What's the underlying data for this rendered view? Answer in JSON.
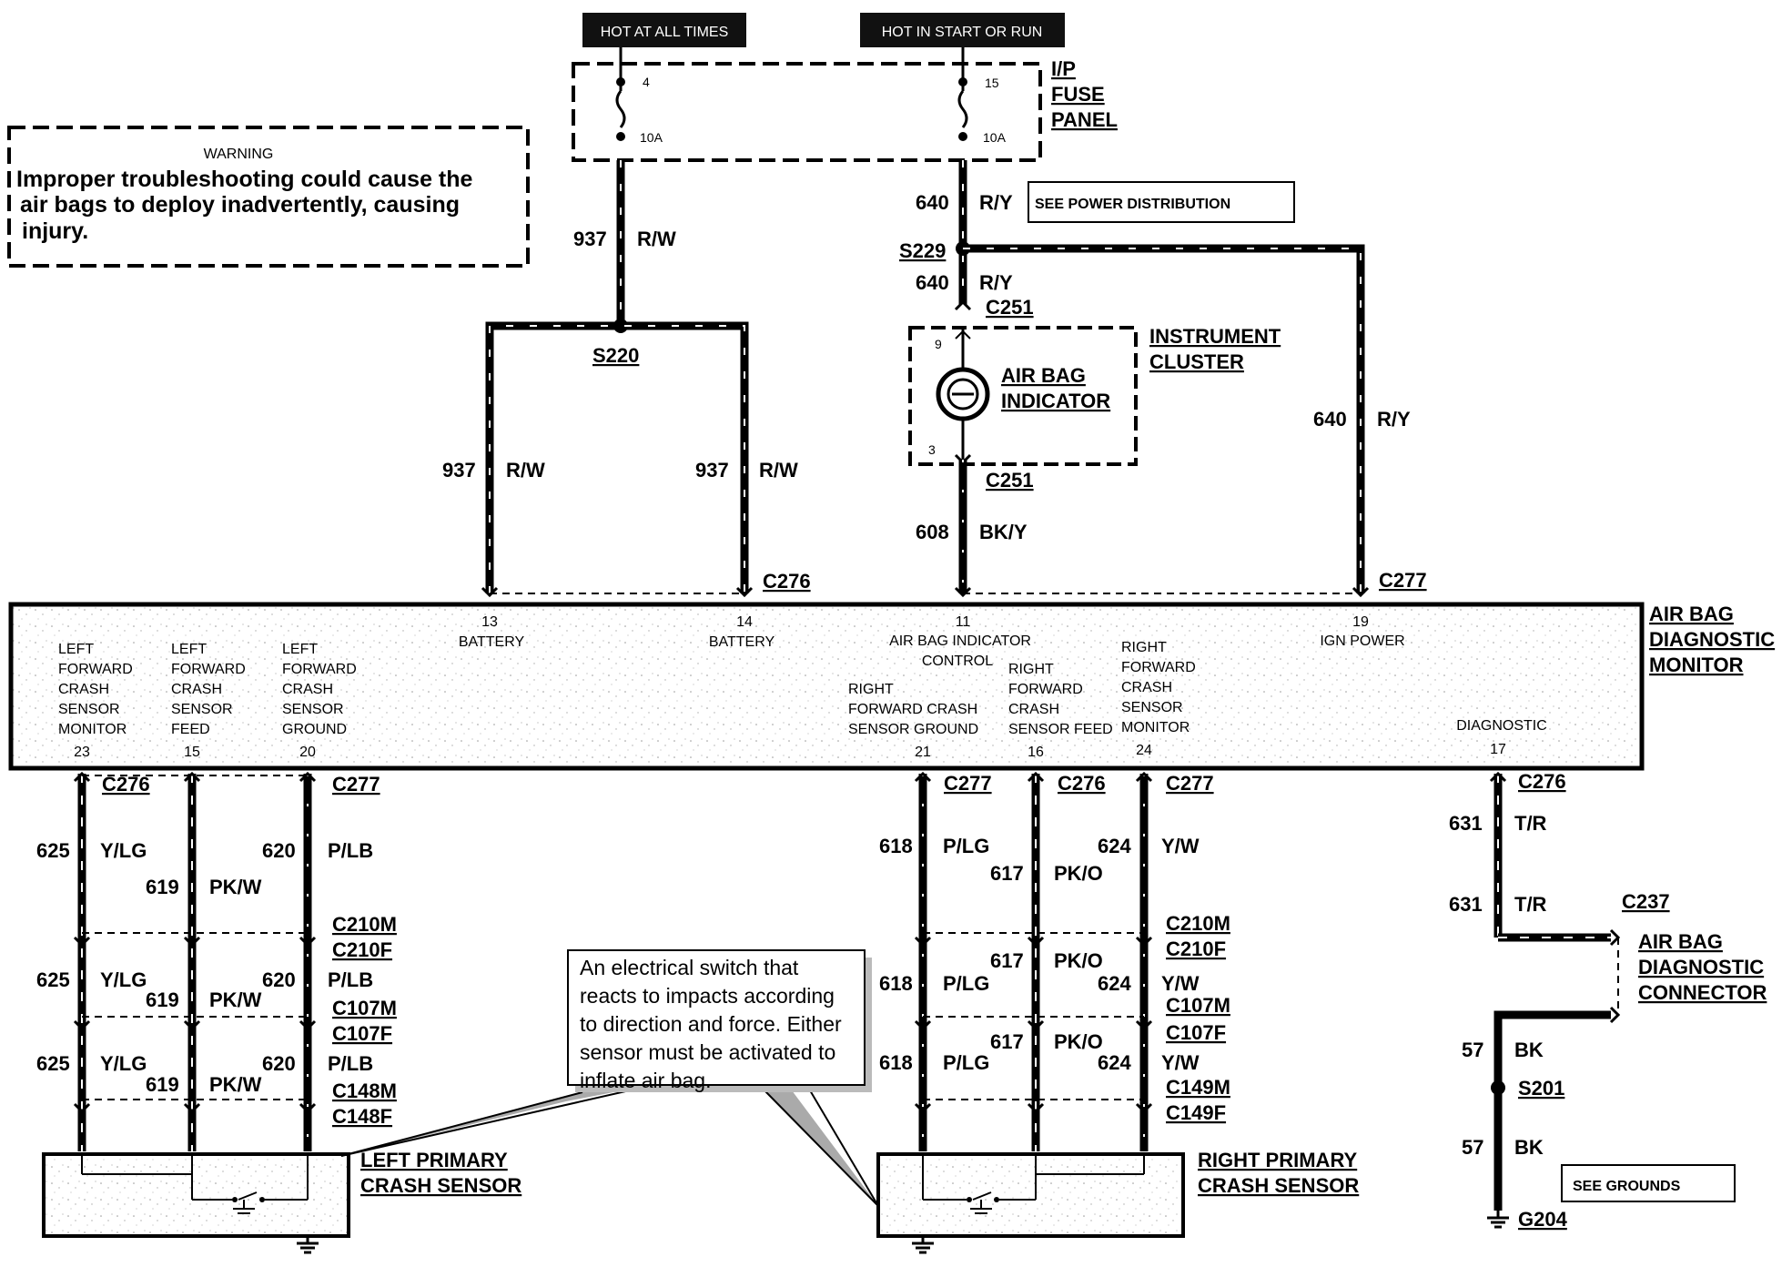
{
  "headers": {
    "hot_at_all_times": "HOT AT ALL TIMES",
    "hot_in_start_or_run": "HOT IN START OR RUN"
  },
  "fuse_panel": {
    "label_lines": [
      "I/P",
      "FUSE",
      "PANEL"
    ],
    "fuse_left": {
      "number": "4",
      "rating": "10A"
    },
    "fuse_right": {
      "number": "15",
      "rating": "10A"
    }
  },
  "warning": {
    "title": "WARNING",
    "lines": [
      "Improper  troubleshooting could cause the",
      "air bags  to  deploy inadvertently, causing",
      "injury."
    ]
  },
  "references": {
    "power_distribution": "SEE POWER DISTRIBUTION",
    "grounds": "SEE GROUNDS"
  },
  "splices": {
    "s220": "S220",
    "s229": "S229",
    "s201": "S201"
  },
  "ground": "G204",
  "instrument_cluster": {
    "label_lines": [
      "INSTRUMENT",
      "CLUSTER"
    ],
    "indicator_lines": [
      "AIR BAG",
      "INDICATOR"
    ],
    "pin_top": "9",
    "pin_bottom": "3",
    "connector_top": "C251",
    "connector_bottom": "C251"
  },
  "wires_upper": [
    {
      "circuit": "937",
      "color": "R/W"
    },
    {
      "circuit": "640",
      "color": "R/Y"
    },
    {
      "circuit": "608",
      "color": "BK/Y"
    }
  ],
  "monitor": {
    "label_lines": [
      "AIR BAG",
      "DIAGNOSTIC",
      "MONITOR"
    ],
    "top_connectors": [
      "C276",
      "C277"
    ],
    "top_pins": [
      {
        "pin": "13",
        "label_lines": [
          "BATTERY"
        ]
      },
      {
        "pin": "14",
        "label_lines": [
          "BATTERY"
        ]
      },
      {
        "pin": "11",
        "label_lines": [
          "AIR BAG INDICATOR",
          "CONTROL"
        ]
      },
      {
        "pin": "19",
        "label_lines": [
          "IGN POWER"
        ]
      }
    ],
    "bottom_pins": [
      {
        "pin": "23",
        "label_lines": [
          "LEFT",
          "FORWARD",
          "CRASH",
          "SENSOR",
          "MONITOR"
        ]
      },
      {
        "pin": "15",
        "label_lines": [
          "LEFT",
          "FORWARD",
          "CRASH",
          "SENSOR",
          "FEED"
        ]
      },
      {
        "pin": "20",
        "label_lines": [
          "LEFT",
          "FORWARD",
          "CRASH",
          "SENSOR",
          "GROUND"
        ]
      },
      {
        "pin": "21",
        "label_lines": [
          "RIGHT",
          "FORWARD CRASH",
          "SENSOR GROUND"
        ]
      },
      {
        "pin": "16",
        "label_lines": [
          "RIGHT",
          "FORWARD",
          "CRASH",
          "SENSOR FEED"
        ]
      },
      {
        "pin": "24",
        "label_lines": [
          "RIGHT",
          "FORWARD",
          "CRASH",
          "SENSOR",
          "MONITOR"
        ]
      },
      {
        "pin": "17",
        "label_lines": [
          "DIAGNOSTIC"
        ]
      }
    ]
  },
  "left_connectors": [
    "C276",
    "C277",
    "C210M",
    "C210F",
    "C107M",
    "C107F",
    "C148M",
    "C148F"
  ],
  "right_connectors": [
    "C277",
    "C276",
    "C277",
    "C210M",
    "C210F",
    "C107M",
    "C107F",
    "C149M",
    "C149F"
  ],
  "left_wires": [
    {
      "circuit": "625",
      "color": "Y/LG"
    },
    {
      "circuit": "619",
      "color": "PK/W"
    },
    {
      "circuit": "620",
      "color": "P/LB"
    }
  ],
  "right_wires": [
    {
      "circuit": "618",
      "color": "P/LG"
    },
    {
      "circuit": "617",
      "color": "PK/O"
    },
    {
      "circuit": "624",
      "color": "Y/W"
    }
  ],
  "diag_wires": [
    {
      "circuit": "631",
      "color": "T/R"
    },
    {
      "circuit": "57",
      "color": "BK"
    }
  ],
  "diag_connector": {
    "connector": "C276",
    "c237": "C237",
    "label_lines": [
      "AIR BAG",
      "DIAGNOSTIC",
      "CONNECTOR"
    ]
  },
  "left_sensor": [
    "LEFT PRIMARY",
    "CRASH SENSOR"
  ],
  "right_sensor": [
    "RIGHT PRIMARY",
    "CRASH SENSOR"
  ],
  "callout": [
    "An  electrical  switch  that",
    "reacts to impacts according",
    "to direction and force. Either",
    "sensor must be activated to",
    "inflate air bag."
  ]
}
